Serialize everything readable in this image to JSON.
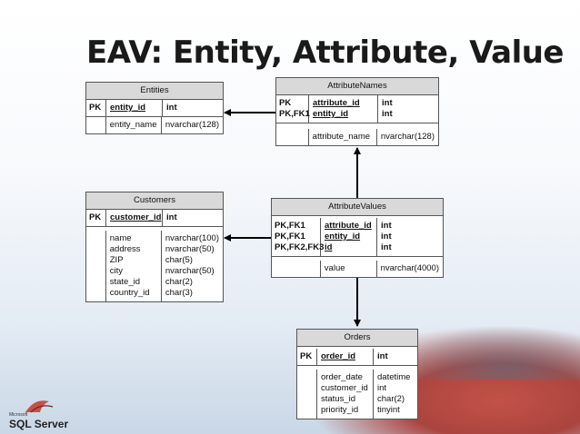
{
  "title": "EAV: Entity, Attribute, Value",
  "logo": {
    "brand": "Microsoft",
    "product": "SQL Server"
  },
  "tables": {
    "entities": {
      "name": "Entities",
      "pk": {
        "keys": [
          "PK"
        ],
        "cols": [
          "entity_id"
        ],
        "types": [
          "int"
        ]
      },
      "attrs": {
        "cols": [
          "entity_name"
        ],
        "types": [
          "nvarchar(128)"
        ]
      }
    },
    "attributenames": {
      "name": "AttributeNames",
      "pk": {
        "keys": [
          "PK",
          "PK,FK1"
        ],
        "cols": [
          "attribute_id",
          "entity_id"
        ],
        "types": [
          "int",
          "int"
        ]
      },
      "attrs": {
        "cols": [
          "attribute_name"
        ],
        "types": [
          "nvarchar(128)"
        ]
      }
    },
    "customers": {
      "name": "Customers",
      "pk": {
        "keys": [
          "PK"
        ],
        "cols": [
          "customer_id"
        ],
        "types": [
          "int"
        ]
      },
      "attrs": {
        "cols": [
          "name",
          "address",
          "ZIP",
          "city",
          "state_id",
          "country_id"
        ],
        "types": [
          "nvarchar(100)",
          "nvarchar(50)",
          "char(5)",
          "nvarchar(50)",
          "char(2)",
          "char(3)"
        ]
      }
    },
    "attributevalues": {
      "name": "AttributeValues",
      "pk": {
        "keys": [
          "PK,FK1",
          "PK,FK1",
          "PK,FK2,FK3"
        ],
        "cols": [
          "attribute_id",
          "entity_id",
          "id"
        ],
        "types": [
          "int",
          "int",
          "int"
        ]
      },
      "attrs": {
        "cols": [
          "value"
        ],
        "types": [
          "nvarchar(4000)"
        ]
      }
    },
    "orders": {
      "name": "Orders",
      "pk": {
        "keys": [
          "PK"
        ],
        "cols": [
          "order_id"
        ],
        "types": [
          "int"
        ]
      },
      "attrs": {
        "cols": [
          "order_date",
          "customer_id",
          "status_id",
          "priority_id"
        ],
        "types": [
          "datetime",
          "int",
          "char(2)",
          "tinyint"
        ]
      }
    }
  }
}
